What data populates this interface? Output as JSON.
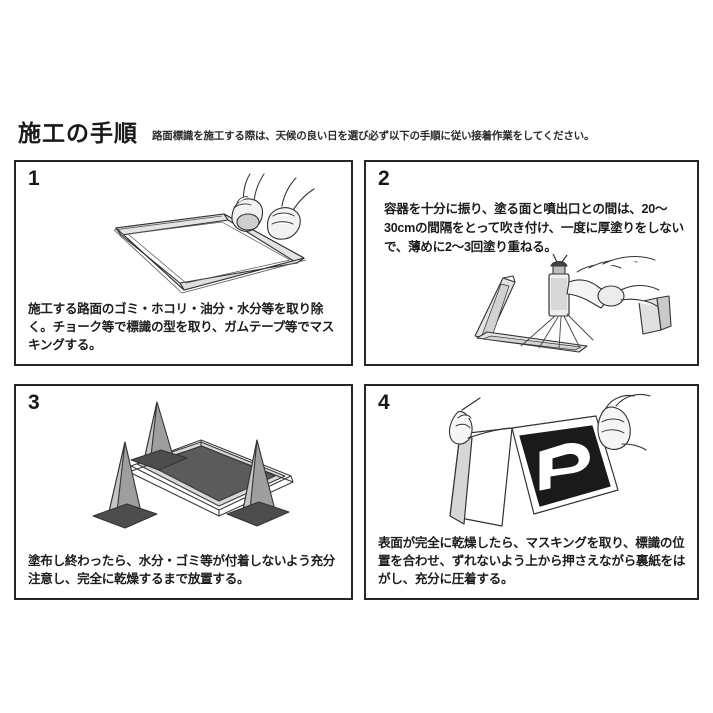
{
  "header": {
    "title": "施工の手順",
    "subtitle": "路面標識を施工する際は、天候の良い日を選び必ず以下の手順に従い接着作業をしてください。"
  },
  "steps": [
    {
      "number": "1",
      "caption": "施工する路面のゴミ・ホコリ・油分・水分等を取り除く。チョーク等で標識の型を取り、ガムテープ等でマスキングする。",
      "illustration": "masking-tape-frame-with-hands",
      "caption_position": "bottom"
    },
    {
      "number": "2",
      "caption": "容器を十分に振り、塗る面と噴出口との間は、20〜30cmの間隔をとって吹き付け、一度に厚塗りをしないで、薄めに2〜3回塗り重ねる。",
      "illustration": "spray-can-hand-spraying-corner",
      "caption_position": "top"
    },
    {
      "number": "3",
      "caption": "塗布し終わったら、水分・ゴミ等が付着しないよう充分注意し、完全に乾燥するまで放置する。",
      "illustration": "three-traffic-cones-around-painted-area",
      "caption_position": "bottom"
    },
    {
      "number": "4",
      "caption": "表面が完全に乾燥したら、マスキングを取り、標識の位置を合わせ、ずれないよう上から押さえながら裏紙をはがし、充分に圧着する。",
      "illustration": "hands-peeling-backing-paper-from-parking-sign",
      "caption_position": "bottom"
    }
  ],
  "colors": {
    "background": "#ffffff",
    "border": "#262626",
    "text": "#1c1c1c",
    "line_art": "#333333",
    "fill_light": "#e2e2e2",
    "fill_mid": "#b9b9b9",
    "fill_dark": "#4a4a4a",
    "sign_black": "#1a1a1a"
  }
}
